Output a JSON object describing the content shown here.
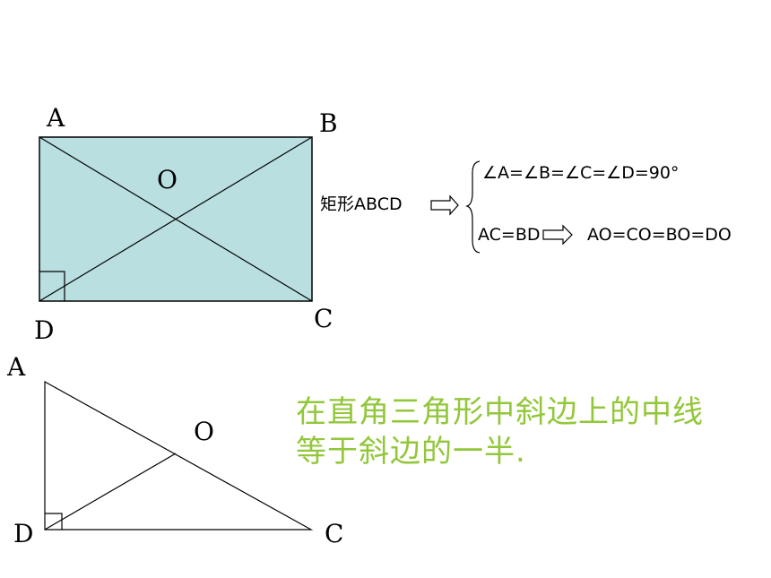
{
  "rectangle_figure": {
    "vertex_a": "A",
    "vertex_b": "B",
    "vertex_c": "C",
    "vertex_d": "D",
    "center": "O",
    "fill_color": "#b9dfe0"
  },
  "properties": {
    "premise": "矩形ABCD",
    "angles": "∠A=∠B=∠C=∠D=90°",
    "diagonals": "AC=BD",
    "halves": "AO=CO=BO=DO"
  },
  "triangle_figure": {
    "vertex_a": "A",
    "vertex_d": "D",
    "vertex_c": "C",
    "midpoint": "O"
  },
  "theorem": {
    "line1": "在直角三角形中斜边上的中线",
    "line2": "等于斜边的一半.",
    "color": "#92c73a"
  }
}
